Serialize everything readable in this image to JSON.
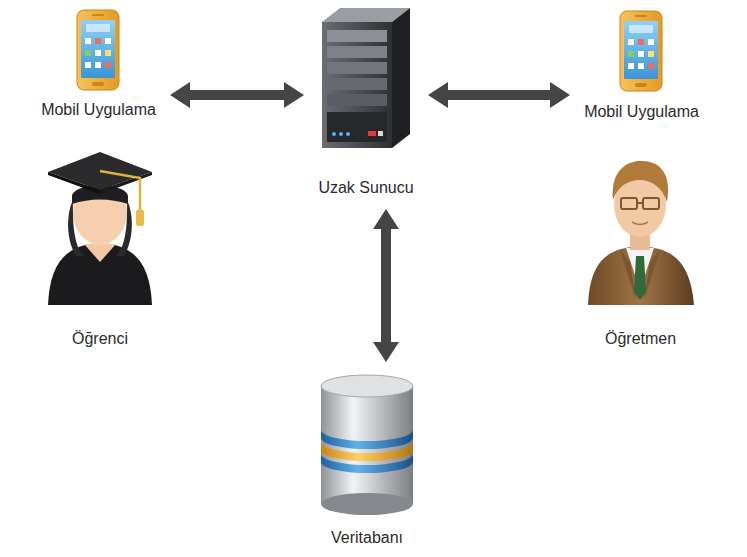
{
  "diagram": {
    "nodes": [
      {
        "text": [
          "Mobil Uygulama"
        ]
      },
      {
        "text": [
          "Uzak Sunucu"
        ]
      },
      {
        "text": [
          "Mobil Uygulama"
        ]
      },
      {
        "text": [
          "Veritabanı"
        ]
      }
    ],
    "edges": [
      {
        "from": 0,
        "to": 1,
        "arrow": "both"
      },
      {
        "from": 1,
        "to": 2,
        "arrow": "both"
      },
      {
        "from": 1,
        "to": 3,
        "arrow": "both"
      }
    ],
    "labels": [
      "Öğrenci",
      "Öğretmen"
    ]
  }
}
